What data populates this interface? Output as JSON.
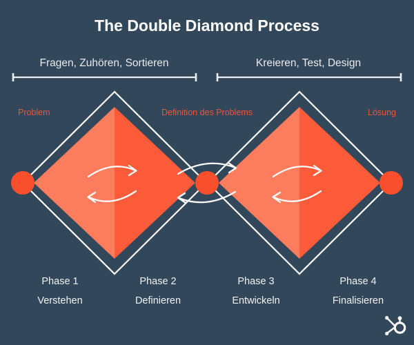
{
  "page": {
    "title": "The Double Diamond Process",
    "background_color": "#33475b"
  },
  "colors": {
    "background": "#33475b",
    "diamond_light": "#fc7d5e",
    "diamond_dark": "#fb5b38",
    "node_circle": "#fa4f2c",
    "node_label": "#e8553c",
    "line_white": "#ffffff",
    "text_light": "#eceff1"
  },
  "brackets": [
    {
      "label": "Fragen, Zuhören, Sortieren"
    },
    {
      "label": "Kreieren, Test, Design"
    }
  ],
  "nodes": [
    {
      "label": "Problem"
    },
    {
      "label": "Definition des Problems"
    },
    {
      "label": "Lösung"
    }
  ],
  "phases": [
    {
      "number": "Phase 1",
      "name": "Verstehen"
    },
    {
      "number": "Phase 2",
      "name": "Definieren"
    },
    {
      "number": "Phase 3",
      "name": "Entwickeln"
    },
    {
      "number": "Phase 4",
      "name": "Finalisieren"
    }
  ],
  "logo": {
    "name": "hubspot-sprocket-logo"
  }
}
